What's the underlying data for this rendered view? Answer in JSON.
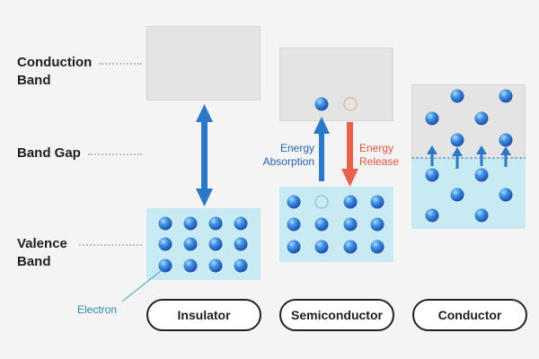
{
  "labels": {
    "conduction_band": "Conduction\nBand",
    "band_gap": "Band Gap",
    "valence_band": "Valence\nBand",
    "electron": "Electron",
    "energy_absorption": "Energy\nAbsorption",
    "energy_release": "Energy\nRelease"
  },
  "materials": {
    "insulator": "Insulator",
    "semiconductor": "Semiconductor",
    "conductor": "Conductor"
  },
  "colors": {
    "arrow_blue": "#2a78c6",
    "arrow_red": "#e8614c",
    "absorption_text": "#2b62b0",
    "release_text": "#e0533c",
    "electron_label": "#2c8ca6",
    "conduction_band": "#e4e4e4",
    "valence_band": "#c8eaf2"
  }
}
